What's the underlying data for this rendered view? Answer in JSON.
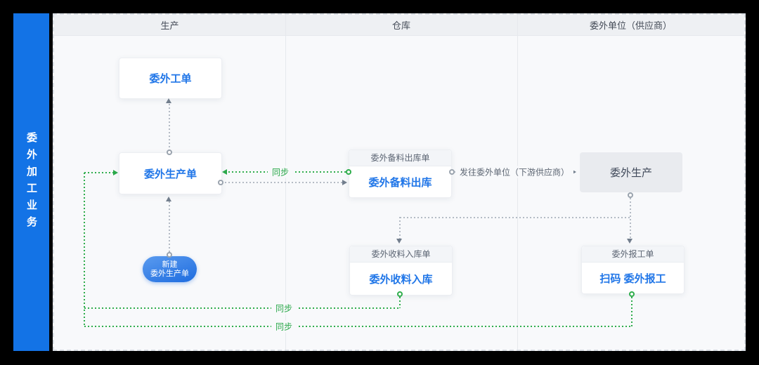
{
  "sidebar": {
    "title": "委外加工业务"
  },
  "lanes": [
    {
      "title": "生产"
    },
    {
      "title": "仓库"
    },
    {
      "title": "委外单位（供应商）"
    }
  ],
  "nodes": {
    "outsource_work_order": {
      "label": "委外工单"
    },
    "outsource_production_order": {
      "label": "委外生产单"
    },
    "material_issue": {
      "header": "委外备料出库单",
      "label": "委外备料出库"
    },
    "outsource_production": {
      "label": "委外生产"
    },
    "material_receipt": {
      "header": "委外收料入库单",
      "label": "委外收料入库"
    },
    "work_report": {
      "header": "委外报工单",
      "label": "扫码 委外报工"
    },
    "create_pill": {
      "line1": "新建",
      "line2": "委外生产单"
    }
  },
  "edge_labels": {
    "sync": "同步",
    "send_to_supplier": "发往委外单位（下游供应商）"
  },
  "colors": {
    "sidebar_blue": "#1373e6",
    "accent_blue": "#2076e8",
    "sync_green": "#2aa84a",
    "gray_line": "#b4bbc5",
    "panel_bg": "#f8f9fb",
    "lane_header_bg": "#eef0f3",
    "gray_node_bg": "#e9ebef"
  }
}
